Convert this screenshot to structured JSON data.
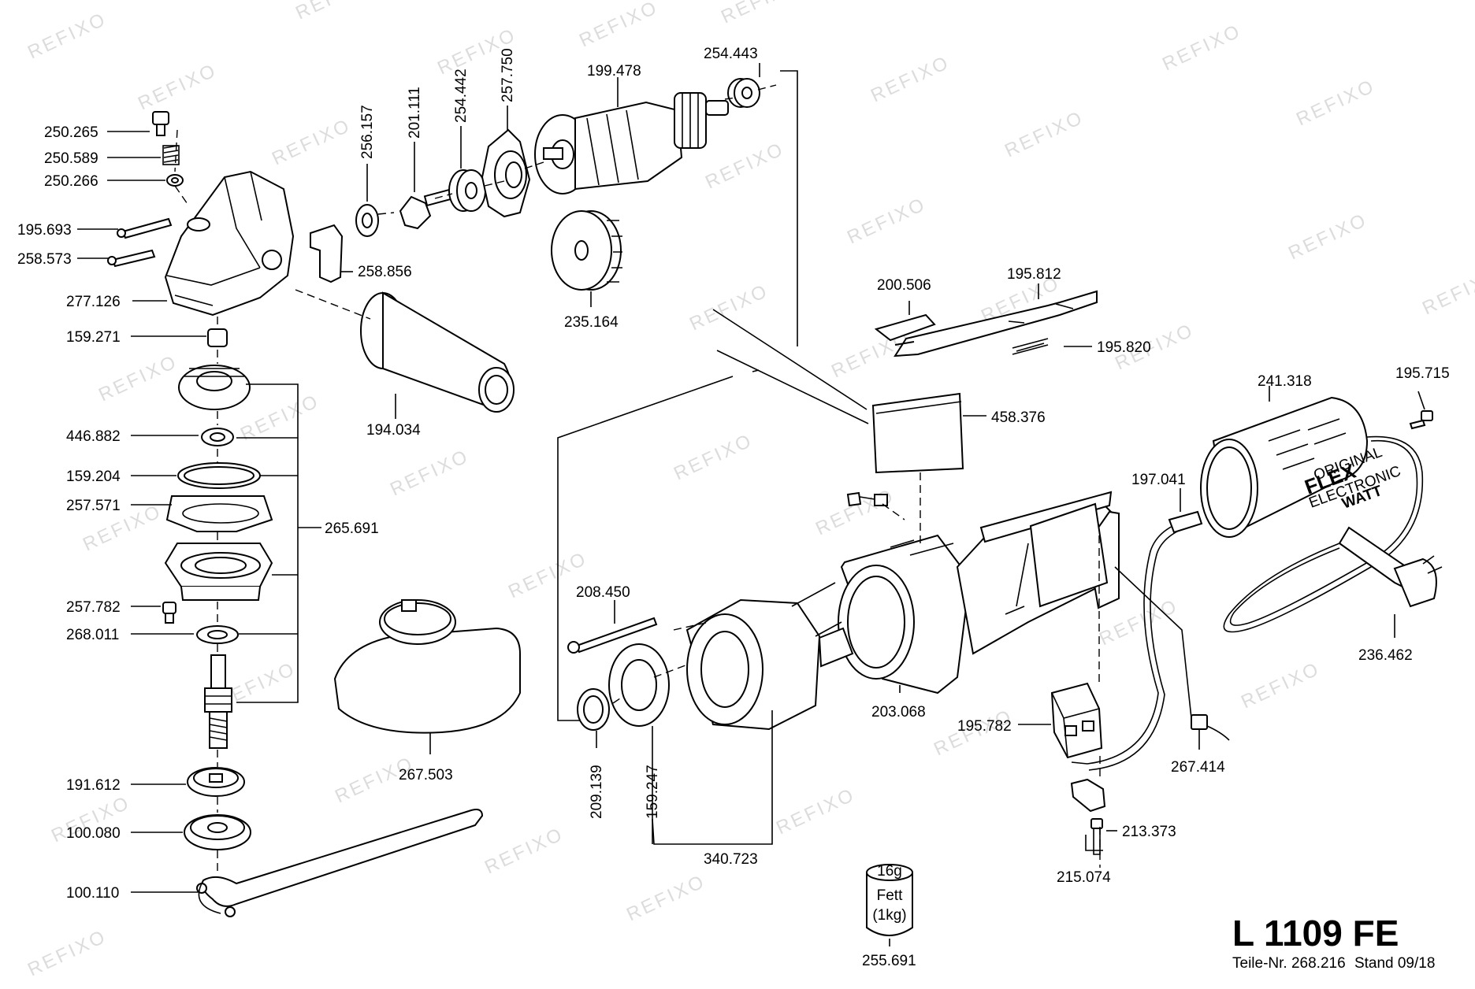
{
  "watermark": "REFIXO",
  "model": "L 1109 FE",
  "part_number_label": "Teile-Nr. 268.216",
  "stand_label": "Stand 09/18",
  "grease": {
    "weight": "16g",
    "name": "Fett",
    "amount": "(1kg)"
  },
  "brand": {
    "top": "ORIGINAL",
    "name": "FLEX",
    "sub": "ELECTRONIC",
    "watt": "WATT"
  },
  "labels": [
    "250.265",
    "250.589",
    "250.266",
    "195.693",
    "258.573",
    "277.126",
    "159.271",
    "446.882",
    "159.204",
    "257.571",
    "265.691",
    "257.782",
    "268.011",
    "191.612",
    "100.080",
    "100.110",
    "256.157",
    "201.111",
    "254.442",
    "257.750",
    "199.478",
    "254.443",
    "258.856",
    "235.164",
    "194.034",
    "267.503",
    "200.506",
    "195.812",
    "195.820",
    "458.376",
    "241.318",
    "195.715",
    "197.041",
    "208.450",
    "209.139",
    "159.247",
    "340.723",
    "203.068",
    "195.782",
    "267.414",
    "236.462",
    "213.373",
    "215.074",
    "255.691"
  ]
}
